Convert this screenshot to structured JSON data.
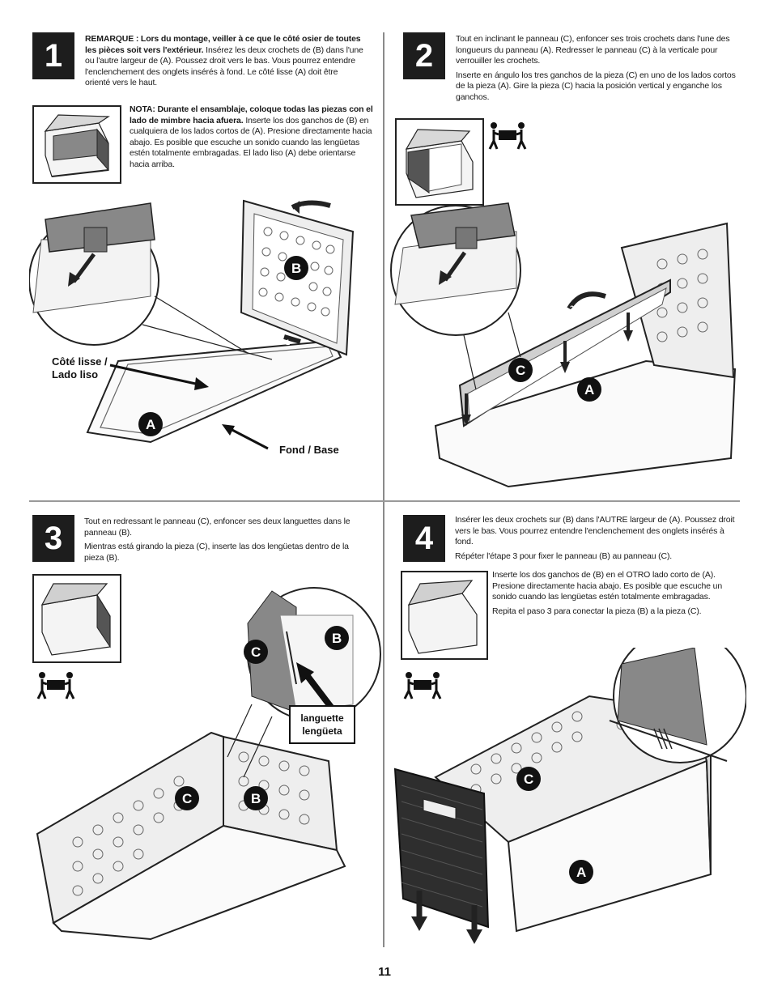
{
  "page_number": "11",
  "steps": [
    {
      "number": "1",
      "text_fr_bold": "REMARQUE : Lors du montage, veiller à ce que le côté osier de toutes les pièces soit vers l'extérieur.",
      "text_fr": "Insérez les deux crochets de (B) dans l'une ou l'autre largeur de (A). Poussez droit vers le bas. Vous pourrez entendre l'enclenchement des onglets insérés à fond. Le côté lisse (A) doit être orienté vers le haut.",
      "text_es_bold": "NOTA: Durante el ensamblaje, coloque todas las piezas con el lado de mimbre hacia afuera.",
      "text_es": "Inserte los dos ganchos de (B) en cualquiera de los lados cortos de (A). Presione directamente hacia abajo. Es posible que escuche un sonido cuando las lengüetas estén totalmente embragadas. El lado liso (A) debe orientarse hacia arriba.",
      "callout_smooth": "Côté lisse / Lado liso",
      "callout_base": "Fond / Base",
      "labels": [
        "B",
        "A"
      ],
      "arrows": [
        "1",
        "2"
      ]
    },
    {
      "number": "2",
      "text_fr": "Tout en inclinant le panneau (C), enfoncer ses trois crochets dans l'une des longueurs du panneau (A). Redresser le panneau (C) à la verticale pour verrouiller les crochets.",
      "text_es": "Inserte en ángulo los tres ganchos de la pieza (C) en uno de los lados cortos de la pieza (A). Gire la pieza (C) hacia la posición vertical y enganche los ganchos.",
      "labels": [
        "C",
        "A"
      ],
      "arrows": [
        "1",
        "2"
      ]
    },
    {
      "number": "3",
      "text_fr": "Tout en redressant le panneau (C), enfoncer ses deux languettes dans le panneau (B).",
      "text_es": "Mientras está girando la pieza (C), inserte las dos lengüetas dentro de la pieza (B).",
      "callout_tab": "languette lengüeta",
      "labels": [
        "C",
        "B",
        "C",
        "B"
      ]
    },
    {
      "number": "4",
      "text_fr": "Insérer les deux crochets sur (B) dans l'AUTRE largeur de (A). Poussez droit vers le bas. Vous pourrez entendre l'enclenchement des onglets insérés à fond.",
      "text_fr2": "Répéter l'étape 3 pour fixer le panneau (B) au panneau (C).",
      "text_es": "Inserte los dos ganchos de (B) en el OTRO lado corto de (A). Presione directamente hacia abajo. Es posible que escuche un sonido cuando las lengüetas estén totalmente embragadas.",
      "text_es2": "Repita el paso 3 para conectar la pieza (B) a la pieza (C).",
      "labels": [
        "C",
        "A"
      ]
    }
  ],
  "icons": [
    "two-person-lift-icon"
  ]
}
